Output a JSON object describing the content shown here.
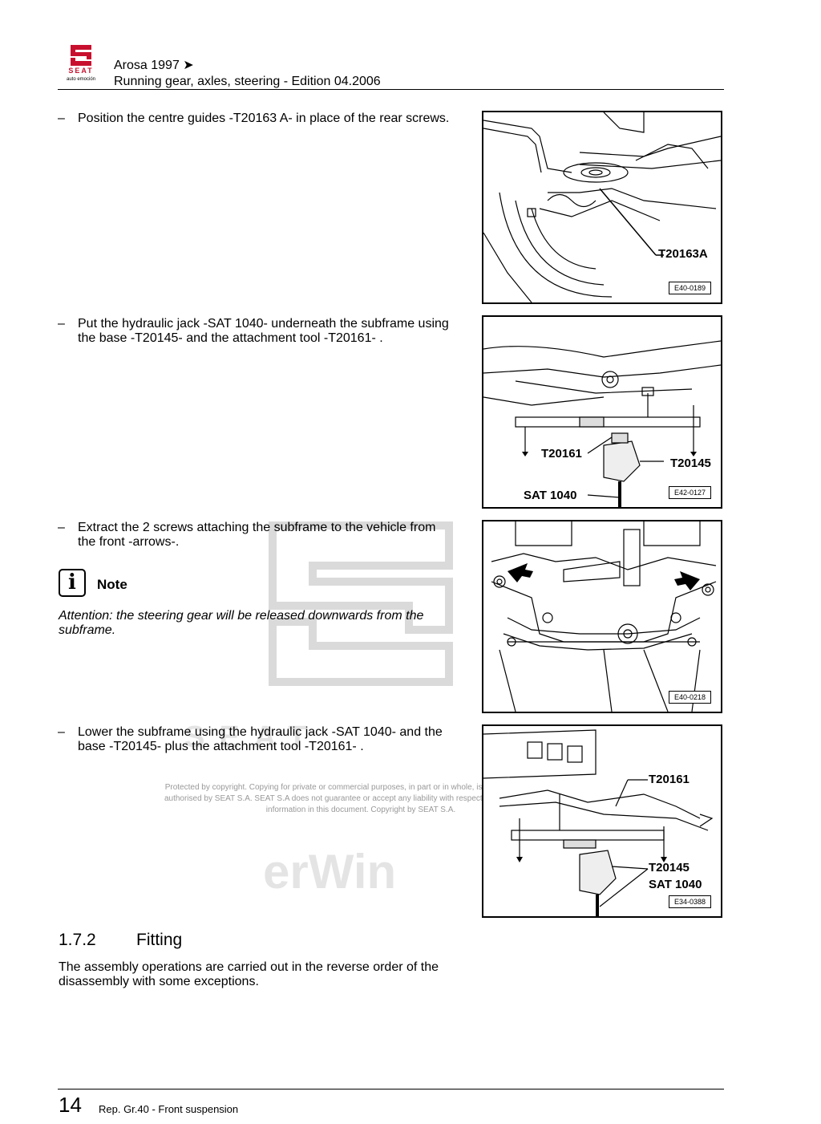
{
  "header": {
    "logo_text": "SEAT",
    "logo_tagline": "auto emoción",
    "title_line1": "Arosa 1997 ➤",
    "title_line2": "Running gear, axles, steering - Edition 04.2006"
  },
  "steps": [
    {
      "dash": "–",
      "text": "Position the centre guides -T20163 A- in place of the rear screws."
    },
    {
      "dash": "–",
      "text": "Put the hydraulic jack -SAT 1040- underneath the subframe using the base -T20145- and the attachment tool -T20161- ."
    },
    {
      "dash": "–",
      "text": "Extract the 2 screws attaching the subframe to the vehicle from the front -arrows-."
    },
    {
      "dash": "–",
      "text": "Lower the subframe using the hydraulic jack -SAT 1040- and the base -T20145- plus the attachment tool -T20161- ."
    }
  ],
  "note": {
    "icon": "i",
    "label": "Note",
    "text": "Attention: the steering gear will be released downwards from the subframe."
  },
  "figures": [
    {
      "code": "E40-0189",
      "callouts": [
        "T20163A"
      ]
    },
    {
      "code": "E42-0127",
      "callouts": [
        "T20161",
        "T20145",
        "SAT 1040"
      ]
    },
    {
      "code": "E40-0218",
      "callouts": []
    },
    {
      "code": "E34-0388",
      "callouts": [
        "T20161",
        "T20145",
        "SAT 1040"
      ]
    }
  ],
  "section": {
    "number": "1.7.2",
    "title": "Fitting",
    "body": "The assembly operations are carried out in the reverse order of the disassembly with some exceptions."
  },
  "watermark": {
    "word": "SEAT",
    "copyright": "Protected by copyright. Copying for private or commercial purposes, in part or in whole, is not permitted unless authorised by SEAT S.A. SEAT S.A does not guarantee or accept any liability with respect to the correctness of information in this document. Copyright by SEAT S.A.",
    "brand": "erWin"
  },
  "footer": {
    "page_number": "14",
    "text": "Rep. Gr.40 - Front suspension"
  }
}
